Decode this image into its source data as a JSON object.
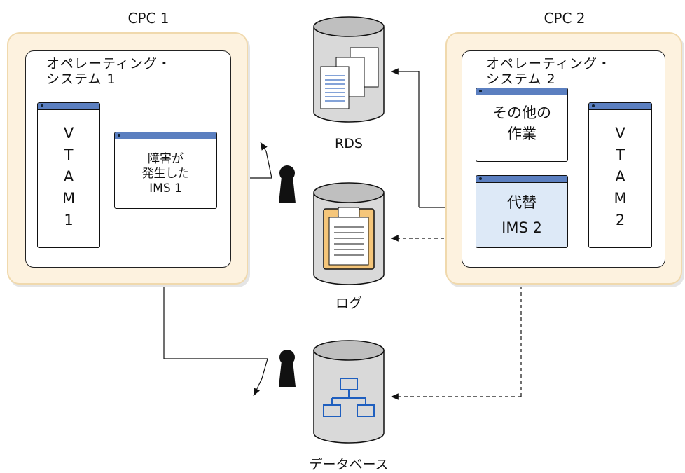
{
  "cpc1": {
    "title": "CPC 1",
    "os_label": [
      "オペレーティング・",
      "システム 1"
    ],
    "vtam": [
      "V",
      "T",
      "A",
      "M",
      "1"
    ],
    "ims_failed": [
      "障害が",
      "発生した",
      "IMS 1"
    ]
  },
  "cpc2": {
    "title": "CPC 2",
    "os_label": [
      "オペレーティング・",
      "システム 2"
    ],
    "other_work": [
      "その他の",
      "作業"
    ],
    "vtam": [
      "V",
      "T",
      "A",
      "M",
      "2"
    ],
    "ims_alt": [
      "代替",
      "IMS 2"
    ]
  },
  "rds": {
    "label": "RDS"
  },
  "log": {
    "label": "ログ"
  },
  "database": {
    "label": "データベース"
  },
  "colors": {
    "cpc_fill": "#fdf2df",
    "window_bar": "#5b7fc0",
    "highlight": "#dde9f7",
    "cylinder": "#d9d9d9",
    "clipboard": "#f5c67a",
    "db_icon": "#1f5fbf"
  }
}
